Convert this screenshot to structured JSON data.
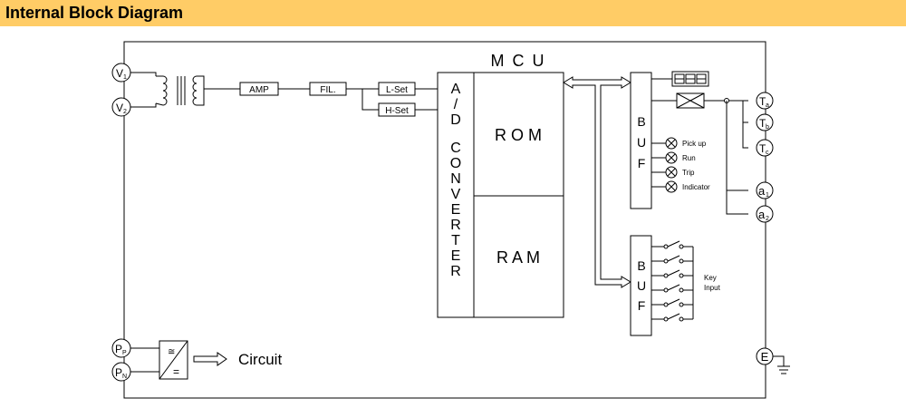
{
  "header": {
    "title": "Internal Block Diagram",
    "background": "#FFCC66"
  },
  "diagram": {
    "inputs": {
      "v1_main": "V",
      "v1_sub": "1",
      "v2_main": "V",
      "v2_sub": "2"
    },
    "blocks": {
      "amp": "AMP",
      "fil": "FIL.",
      "lset": "L-Set",
      "hset": "H-Set"
    },
    "mcu": {
      "label": "M C U",
      "converter_letters": [
        "A",
        "/",
        "D",
        "C",
        "O",
        "N",
        "V",
        "E",
        "R",
        "T",
        "E",
        "R"
      ],
      "rom": "R O M",
      "ram": "R A M"
    },
    "buf_letters": [
      "B",
      "U",
      "F"
    ],
    "indicators": [
      "Pick up",
      "Run",
      "Trip",
      "Indicator"
    ],
    "key_input": [
      "Key",
      "Input"
    ],
    "terminals": {
      "ta_main": "T",
      "ta_sub": "a",
      "tb_main": "T",
      "tb_sub": "b",
      "tc_main": "T",
      "tc_sub": "c",
      "a1_main": "a",
      "a1_sub": "1",
      "a2_main": "a",
      "a2_sub": "2",
      "pp_main": "P",
      "pp_sub": "P",
      "pn_main": "P",
      "pn_sub": "N",
      "e": "E"
    },
    "power": {
      "ac": "≅",
      "dc": "=",
      "circuit": "Circuit"
    }
  }
}
